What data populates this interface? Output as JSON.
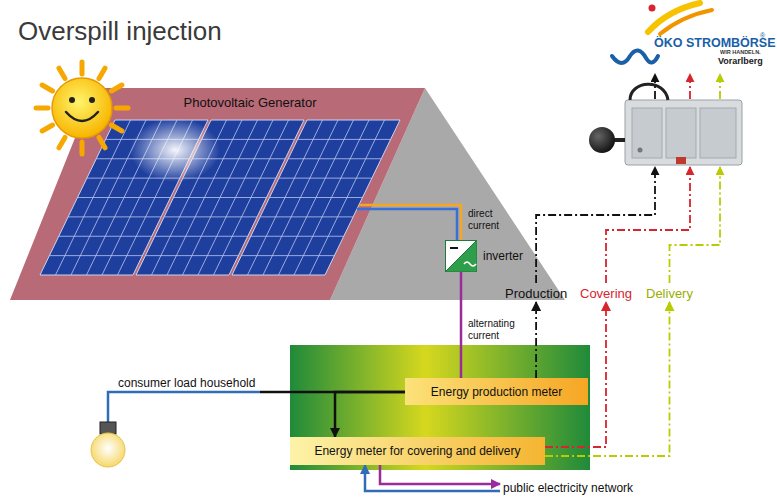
{
  "diagram": {
    "title": "Overspill injection",
    "nodes": [
      {
        "text": [
          "Photovoltaic Generator"
        ]
      },
      {
        "text": [
          "inverter"
        ]
      },
      {
        "text": [
          "Energy production meter"
        ]
      },
      {
        "text": [
          "Energy meter for covering and delivery"
        ]
      },
      {
        "text": [
          "consumer load household"
        ]
      },
      {
        "text": [
          "public electricity network"
        ]
      },
      {
        "text": [
          "Production"
        ]
      },
      {
        "text": [
          "Covering"
        ]
      },
      {
        "text": [
          "Delivery"
        ]
      }
    ],
    "edges": [
      {
        "from": 0,
        "to": 1,
        "arrow": "none",
        "label": "direct current"
      },
      {
        "from": 1,
        "to": 2,
        "arrow": "none",
        "label": "alternating current"
      },
      {
        "from": 2,
        "to": 4,
        "arrow": "none"
      },
      {
        "from": 2,
        "to": 3,
        "arrow": "to"
      },
      {
        "from": 3,
        "to": 5,
        "arrow": "to"
      },
      {
        "from": 5,
        "to": 3,
        "arrow": "to"
      },
      {
        "from": 2,
        "to": 6,
        "arrow": "to"
      },
      {
        "from": 3,
        "to": 7,
        "arrow": "to"
      },
      {
        "from": 3,
        "to": 8,
        "arrow": "to"
      }
    ],
    "labels": [
      "ÖKO STROMBÖRSE",
      "®",
      "WIR HANDELN.",
      "Vorarlberg"
    ]
  }
}
